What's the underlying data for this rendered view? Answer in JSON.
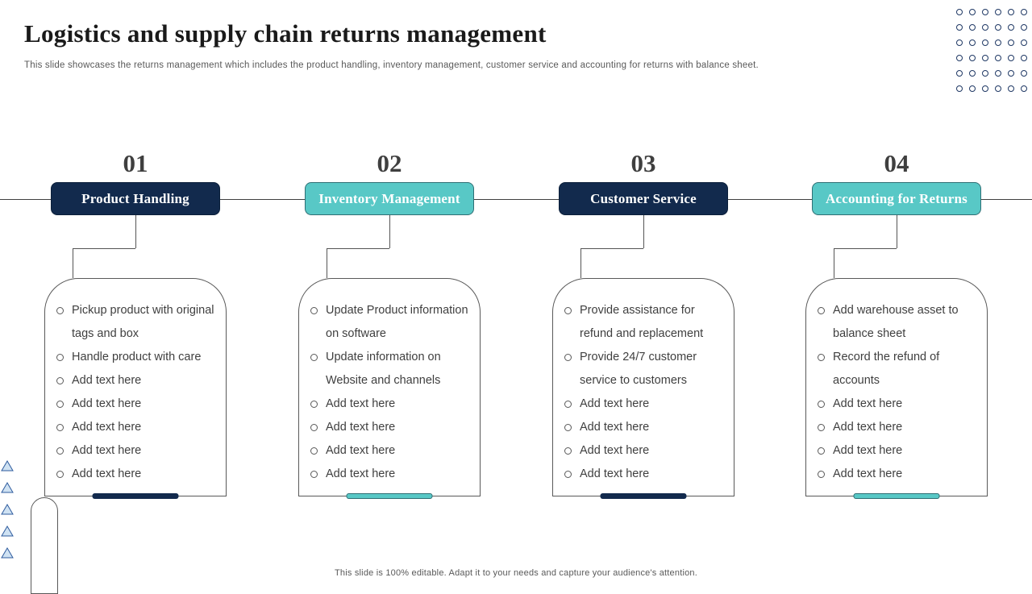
{
  "slide": {
    "title": "Logistics and supply chain returns management",
    "subtitle": "This slide showcases the returns management which includes the product handling, inventory management, customer service and accounting for returns with balance sheet.",
    "footer": "This slide is 100% editable.  Adapt it to your needs and capture your audience's attention."
  },
  "colors": {
    "navy": "#122A4D",
    "teal": "#58C8C6",
    "teal_border": "#2F6F74",
    "dots": "#1F3864",
    "triangle_fill": "#CFE2F3",
    "triangle_stroke": "#2E5B9E"
  },
  "columns": [
    {
      "number": "01",
      "label": "Product Handling",
      "style": "navy",
      "bullets": [
        "Pickup product with original tags and box",
        "Handle product with care",
        "Add text here",
        "Add text here",
        "Add text here",
        "Add text here",
        "Add text here"
      ]
    },
    {
      "number": "02",
      "label": "Inventory Management",
      "style": "teal",
      "bullets": [
        "Update Product information on software",
        "Update information on Website and channels",
        "Add text here",
        "Add text here",
        "Add text here",
        "Add text here"
      ]
    },
    {
      "number": "03",
      "label": "Customer Service",
      "style": "navy",
      "bullets": [
        "Provide assistance for refund and replacement",
        "Provide 24/7 customer service to customers",
        "Add text here",
        "Add text here",
        "Add text here",
        "Add text here"
      ]
    },
    {
      "number": "04",
      "label": "Accounting for Returns",
      "style": "teal",
      "bullets": [
        "Add warehouse asset to balance sheet",
        "Record the refund of accounts",
        "Add text here",
        "Add text here",
        "Add text here",
        "Add text here"
      ]
    }
  ],
  "decorations": {
    "dot_grid": {
      "rows": 6,
      "cols": 6
    },
    "triangles": 5
  }
}
